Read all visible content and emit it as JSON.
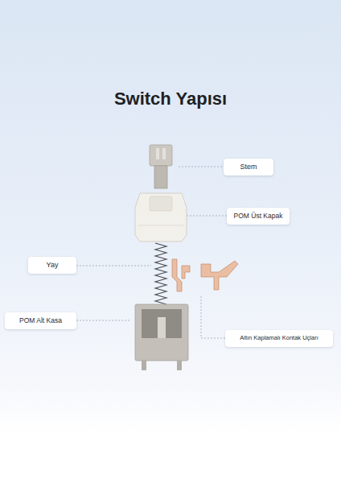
{
  "diagram": {
    "title": "Switch Yapısı",
    "nodes": [
      {
        "text": [
          "Stem"
        ]
      },
      {
        "text": [
          "POM Üst Kapak"
        ]
      },
      {
        "text": [
          "Yay"
        ]
      },
      {
        "text": [
          "POM Alt Kasa"
        ]
      },
      {
        "text": [
          "Altın Kaplamalı Kontak Uçları"
        ]
      }
    ]
  }
}
